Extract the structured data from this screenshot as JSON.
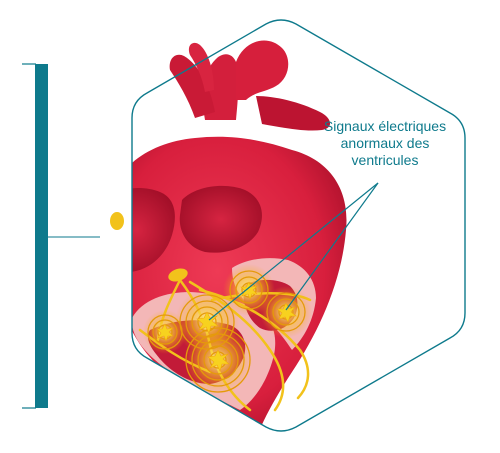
{
  "callout": {
    "lines": [
      "Signaux électriques",
      "anormaux des",
      "ventricules"
    ]
  },
  "colors": {
    "teal": "#0e7a8c",
    "heart_red": "#d81f3d",
    "heart_dark": "#a8102a",
    "chamber": "#bd1530",
    "tissue_pink": "#f3b7b7",
    "signal_yellow": "#f2c21b",
    "signal_orange": "#e59a0a"
  },
  "icons": {
    "signal_burst": "yellow-star-burst",
    "node": "yellow-oval-node"
  }
}
